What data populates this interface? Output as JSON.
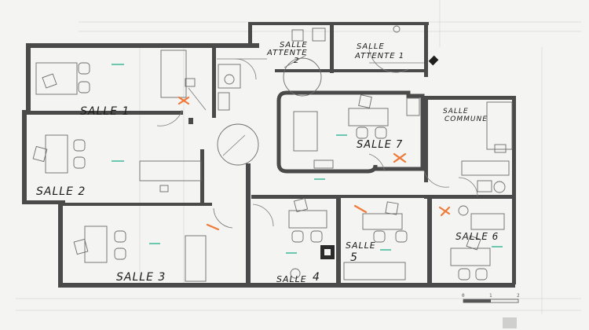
{
  "rooms": [
    {
      "key": "salle1",
      "label": "SALLE 1"
    },
    {
      "key": "salle2",
      "label": "SALLE 2"
    },
    {
      "key": "salle3",
      "label": "SALLE 3"
    },
    {
      "key": "salle4_a",
      "label": "SALLE"
    },
    {
      "key": "salle4_b",
      "label": "4"
    },
    {
      "key": "salle5_a",
      "label": "SALLE"
    },
    {
      "key": "salle5_b",
      "label": "5"
    },
    {
      "key": "salle6",
      "label": "SALLE 6"
    },
    {
      "key": "salle7",
      "label": "SALLE 7"
    },
    {
      "key": "attente1_a",
      "label": "SALLE"
    },
    {
      "key": "attente1_b",
      "label": "ATTENTE 1"
    },
    {
      "key": "attente2_a",
      "label": "SALLE"
    },
    {
      "key": "attente2_b",
      "label": "ATTENTE"
    },
    {
      "key": "attente2_c",
      "label": "2"
    },
    {
      "key": "commune_a",
      "label": "SALLE"
    },
    {
      "key": "commune_b",
      "label": "COMMUNE"
    }
  ],
  "scale_bar": {
    "ticks": [
      "0",
      "1",
      "2"
    ]
  },
  "colors": {
    "wall": "#4a4a4a",
    "paper": "#f4f4f2",
    "orange_mark": "#ef7a3a",
    "green_mark": "#3fb89a"
  }
}
